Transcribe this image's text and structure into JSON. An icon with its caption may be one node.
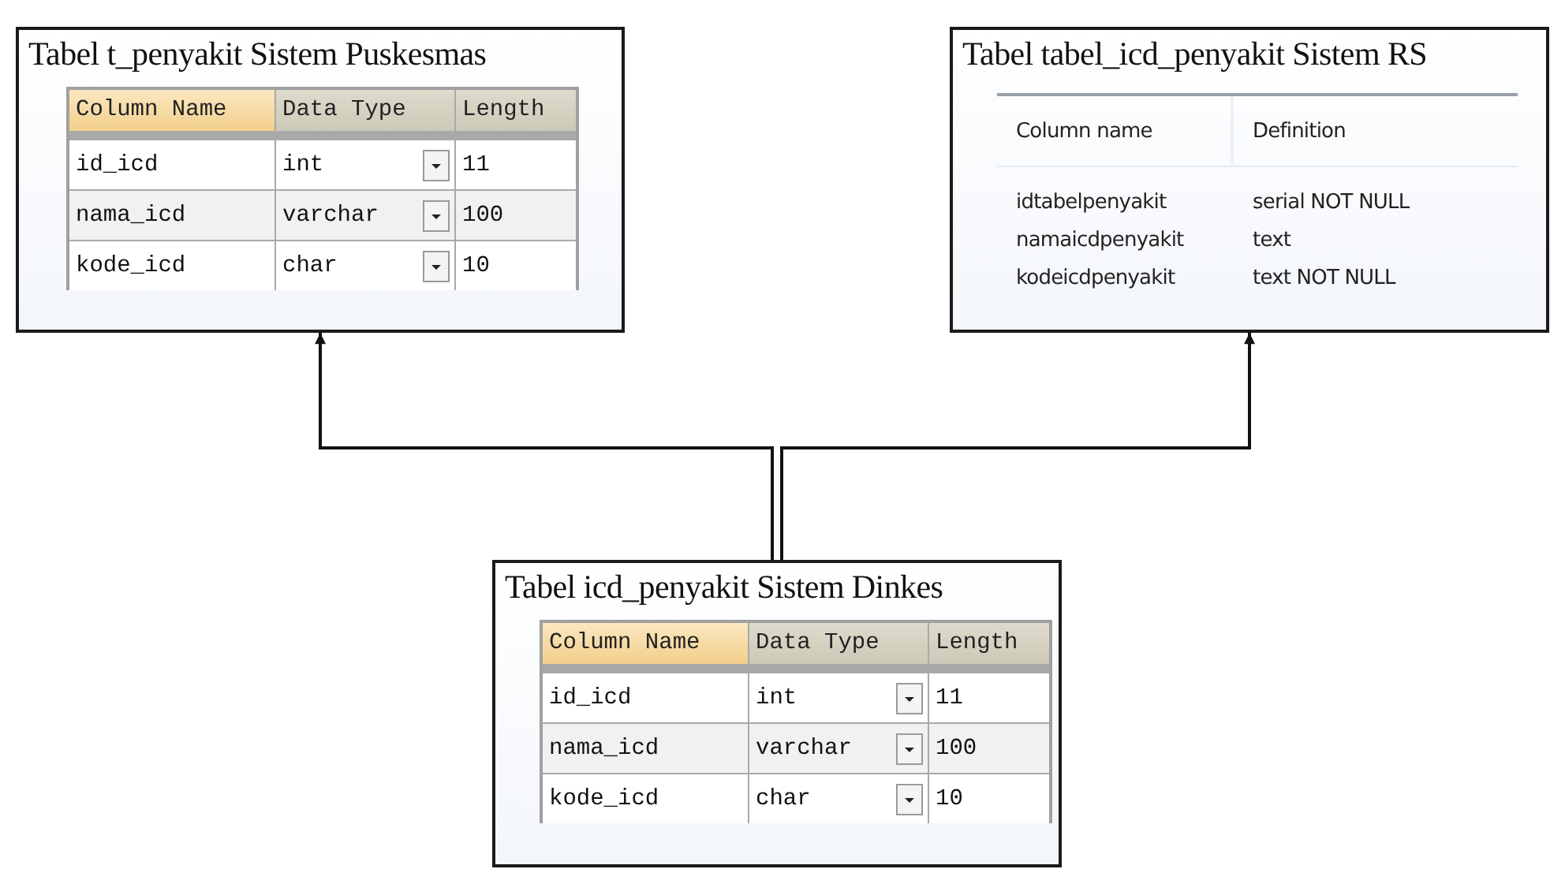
{
  "diagram": {
    "nodes": [
      {
        "text": [
          "Tabel t_penyakit Sistem Puskesmas"
        ]
      },
      {
        "text": [
          "Tabel tabel_icd_penyakit Sistem RS"
        ]
      },
      {
        "text": [
          "Tabel icd_penyakit Sistem Dinkes"
        ]
      }
    ],
    "edges": [
      {
        "from": 2,
        "to": 0,
        "arrow": "to"
      },
      {
        "from": 2,
        "to": 1,
        "arrow": "to"
      }
    ],
    "labels": [
      "Column Name",
      "Data Type",
      "Length",
      "id_icd",
      "int",
      "11",
      "nama_icd",
      "varchar",
      "100",
      "kode_icd",
      "char",
      "10",
      "Column name",
      "Definition",
      "idtabelpenyakit",
      "serial NOT NULL",
      "namaicdpenyakit",
      "text",
      "kodeicdpenyakit",
      "text NOT NULL",
      "Column Name",
      "Data Type",
      "Length",
      "id_icd",
      "int",
      "11",
      "nama_icd",
      "varchar",
      "100",
      "kode_icd",
      "char",
      "10"
    ]
  }
}
